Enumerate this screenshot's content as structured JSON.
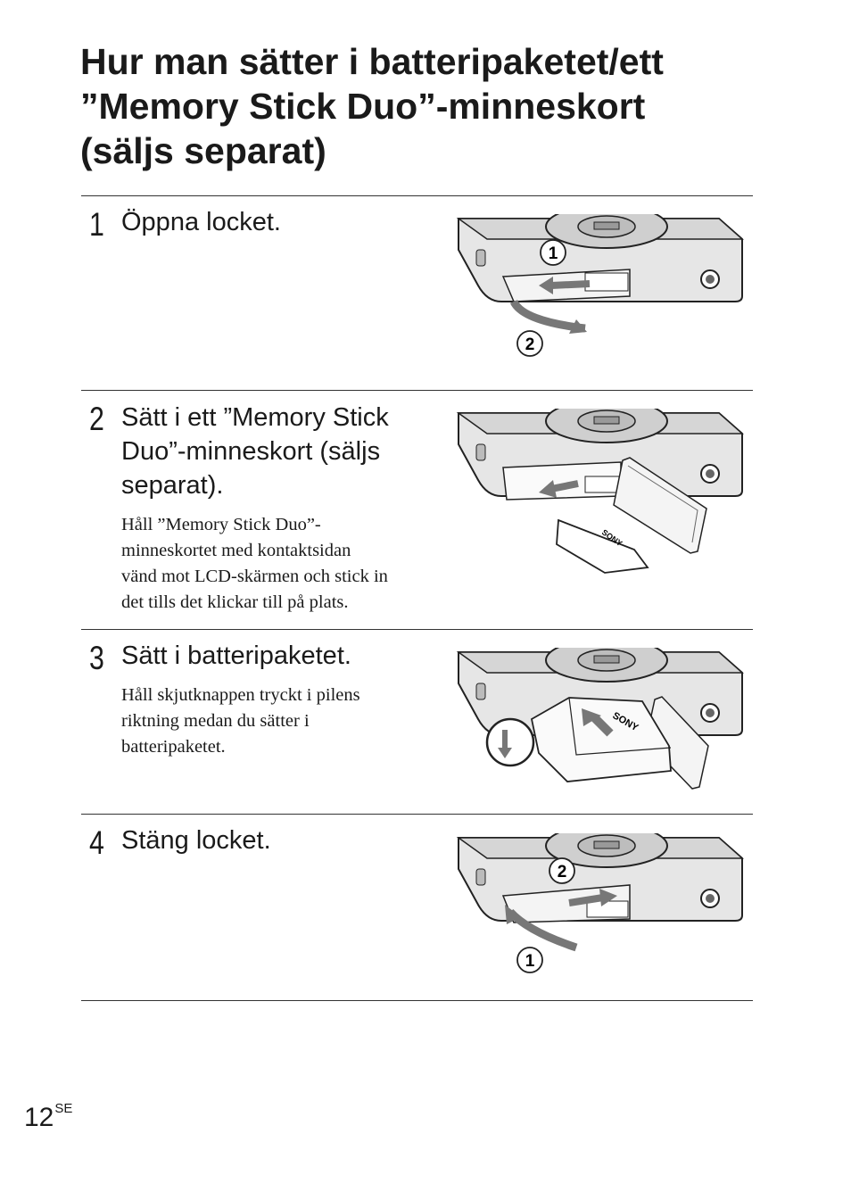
{
  "title": {
    "line1": "Hur man sätter i batteripaketet/ett",
    "line2": "”Memory Stick Duo”-minneskort",
    "line3": "(säljs separat)"
  },
  "steps": [
    {
      "number": "1",
      "heading": [
        "Öppna locket."
      ],
      "body": [],
      "callouts": [
        "1",
        "2"
      ]
    },
    {
      "number": "2",
      "heading": [
        "Sätt i ett ”Memory Stick",
        "Duo”-minneskort (säljs",
        "separat)."
      ],
      "body": [
        "Håll ”Memory Stick Duo”-",
        "minneskortet med kontaktsidan",
        "vänd mot LCD-skärmen och stick in",
        "det tills det klickar till på plats."
      ],
      "card_brand": "SONY"
    },
    {
      "number": "3",
      "heading": [
        "Sätt i batteripaketet."
      ],
      "body": [
        "Håll skjutknappen tryckt i pilens",
        "riktning medan du sätter i",
        "batteripaketet."
      ],
      "battery_brand": "SONY"
    },
    {
      "number": "4",
      "heading": [
        "Stäng locket."
      ],
      "body": [],
      "callouts": [
        "2",
        "1"
      ]
    }
  ],
  "page": {
    "number": "12",
    "suffix": "SE"
  }
}
